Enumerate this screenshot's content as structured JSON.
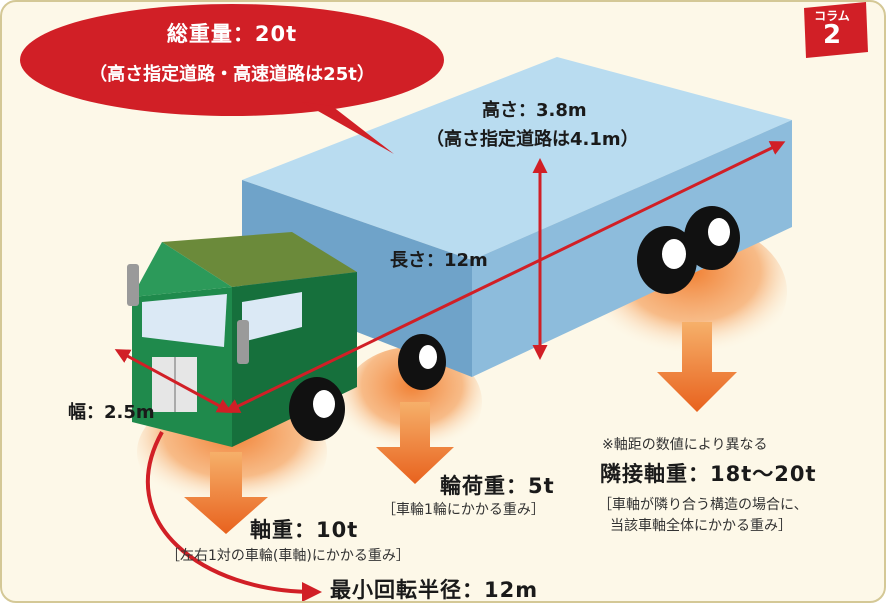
{
  "badge": {
    "label": "コラム",
    "number": "2"
  },
  "total_weight": {
    "line1": "総重量：20t",
    "line2": "（高さ指定道路・高速道路は25t）"
  },
  "height": {
    "line1": "高さ：3.8m",
    "line2": "（高さ指定道路は4.1m）"
  },
  "length": {
    "label": "長さ：12m"
  },
  "width": {
    "label": "幅：2.5m"
  },
  "wheel_load": {
    "title": "輪荷重：5t",
    "note": "［車輪1輪にかかる重み］"
  },
  "axle_load": {
    "title": "軸重：10t",
    "note": "［左右1対の車輪(車軸)にかかる重み］"
  },
  "tandem_axle_load": {
    "remark": "※軸距の数値により異なる",
    "title": "隣接軸重：18t〜20t",
    "note_line1": "［車軸が隣り合う構造の場合に、",
    "note_line2": "当該車軸全体にかかる重み］"
  },
  "turning_radius": {
    "label": "最小回転半径：12m"
  },
  "colors": {
    "red": "#d11f26",
    "cab_green": "#1f8a4c",
    "cargo_blue": "#9ccbe6",
    "arrow_orange": "#f07b2c"
  }
}
